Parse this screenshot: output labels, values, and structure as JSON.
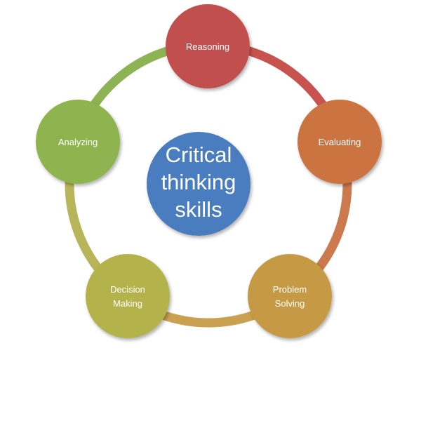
{
  "center": {
    "lines": [
      "Critical",
      "thinking",
      "skills"
    ],
    "color": "#4a7dbf"
  },
  "nodes": [
    {
      "id": "reasoning",
      "lines": [
        "Reasoning"
      ],
      "color": "#c0504d"
    },
    {
      "id": "evaluating",
      "lines": [
        "Evaluating"
      ],
      "color": "#cc7343"
    },
    {
      "id": "problem-solving",
      "lines": [
        "Problem",
        "Solving"
      ],
      "color": "#c69a44"
    },
    {
      "id": "decision-making",
      "lines": [
        "Decision",
        "Making"
      ],
      "color": "#b4b24c"
    },
    {
      "id": "analyzing",
      "lines": [
        "Analyzing"
      ],
      "color": "#8fb34f"
    }
  ],
  "connectors": [
    {
      "from": "reasoning",
      "to": "evaluating",
      "color": "#c8524e"
    },
    {
      "from": "evaluating",
      "to": "problem-solving",
      "color": "#cc7a4d"
    },
    {
      "from": "problem-solving",
      "to": "decision-making",
      "color": "#c9a150"
    },
    {
      "from": "decision-making",
      "to": "analyzing",
      "color": "#b8b45a"
    },
    {
      "from": "analyzing",
      "to": "reasoning",
      "color": "#8db354"
    }
  ]
}
